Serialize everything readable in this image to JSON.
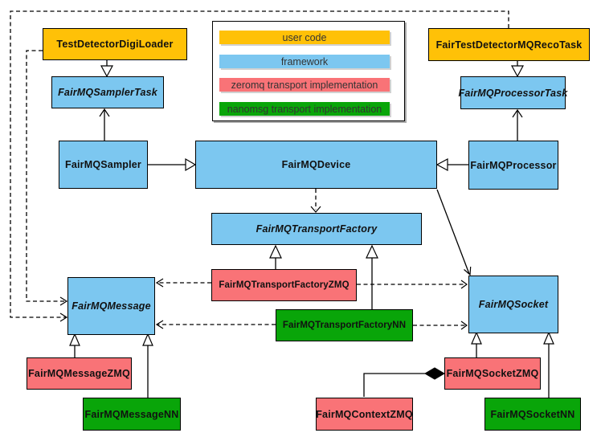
{
  "colors": {
    "user_code": "#FFC107",
    "framework": "#7CC7F0",
    "zeromq": "#F97377",
    "nanomsg": "#09A509",
    "line": "#000000",
    "background": "#FFFFFF"
  },
  "legend": {
    "items": [
      {
        "label": "user code",
        "color_key": "user_code"
      },
      {
        "label": "framework",
        "color_key": "framework"
      },
      {
        "label": "zeromq transport implementation",
        "color_key": "zeromq"
      },
      {
        "label": "nanomsg transport implementation",
        "color_key": "nanomsg"
      }
    ]
  },
  "nodes": {
    "test_detector_digi_loader": {
      "label": "TestDetectorDigiLoader",
      "category": "user_code",
      "abstract": false
    },
    "fair_test_detector_mq_reco_task": {
      "label": "FairTestDetectorMQRecoTask",
      "category": "user_code",
      "abstract": false
    },
    "fairmq_sampler_task": {
      "label": "FairMQSamplerTask",
      "category": "framework",
      "abstract": true
    },
    "fairmq_processor_task": {
      "label": "FairMQProcessorTask",
      "category": "framework",
      "abstract": true
    },
    "fairmq_sampler": {
      "label": "FairMQSampler",
      "category": "framework",
      "abstract": false
    },
    "fairmq_device": {
      "label": "FairMQDevice",
      "category": "framework",
      "abstract": false
    },
    "fairmq_processor": {
      "label": "FairMQProcessor",
      "category": "framework",
      "abstract": false
    },
    "fairmq_transport_factory": {
      "label": "FairMQTransportFactory",
      "category": "framework",
      "abstract": true
    },
    "fairmq_transport_factory_zmq": {
      "label": "FairMQTransportFactoryZMQ",
      "category": "zeromq",
      "abstract": false
    },
    "fairmq_transport_factory_nn": {
      "label": "FairMQTransportFactoryNN",
      "category": "nanomsg",
      "abstract": false
    },
    "fairmq_message": {
      "label": "FairMQMessage",
      "category": "framework",
      "abstract": true
    },
    "fairmq_socket": {
      "label": "FairMQSocket",
      "category": "framework",
      "abstract": true
    },
    "fairmq_message_zmq": {
      "label": "FairMQMessageZMQ",
      "category": "zeromq",
      "abstract": false
    },
    "fairmq_message_nn": {
      "label": "FairMQMessageNN",
      "category": "nanomsg",
      "abstract": false
    },
    "fairmq_context_zmq": {
      "label": "FairMQContextZMQ",
      "category": "zeromq",
      "abstract": false
    },
    "fairmq_socket_zmq": {
      "label": "FairMQSocketZMQ",
      "category": "zeromq",
      "abstract": false
    },
    "fairmq_socket_nn": {
      "label": "FairMQSocketNN",
      "category": "nanomsg",
      "abstract": false
    }
  },
  "relationships": [
    {
      "from": "test_detector_digi_loader",
      "to": "fairmq_sampler_task",
      "type": "inheritance",
      "style": "solid"
    },
    {
      "from": "fair_test_detector_mq_reco_task",
      "to": "fairmq_processor_task",
      "type": "inheritance",
      "style": "solid"
    },
    {
      "from": "fairmq_sampler",
      "to": "fairmq_sampler_task",
      "type": "association-arrow",
      "style": "solid"
    },
    {
      "from": "fairmq_processor",
      "to": "fairmq_processor_task",
      "type": "association-arrow",
      "style": "solid"
    },
    {
      "from": "fairmq_sampler",
      "to": "fairmq_device",
      "type": "inheritance",
      "style": "solid"
    },
    {
      "from": "fairmq_processor",
      "to": "fairmq_device",
      "type": "inheritance",
      "style": "solid"
    },
    {
      "from": "fairmq_device",
      "to": "fairmq_transport_factory",
      "type": "dependency-arrow",
      "style": "dashed"
    },
    {
      "from": "fairmq_device",
      "to": "fairmq_socket",
      "type": "association-arrow",
      "style": "solid"
    },
    {
      "from": "fairmq_transport_factory_zmq",
      "to": "fairmq_transport_factory",
      "type": "inheritance",
      "style": "solid"
    },
    {
      "from": "fairmq_transport_factory_nn",
      "to": "fairmq_transport_factory",
      "type": "inheritance",
      "style": "solid"
    },
    {
      "from": "fairmq_transport_factory_zmq",
      "to": "fairmq_message",
      "type": "dependency-arrow",
      "style": "dashed"
    },
    {
      "from": "fairmq_transport_factory_zmq",
      "to": "fairmq_socket",
      "type": "dependency-arrow",
      "style": "dashed"
    },
    {
      "from": "fairmq_transport_factory_nn",
      "to": "fairmq_message",
      "type": "dependency-arrow",
      "style": "dashed"
    },
    {
      "from": "fairmq_transport_factory_nn",
      "to": "fairmq_socket",
      "type": "dependency-arrow",
      "style": "dashed"
    },
    {
      "from": "test_detector_digi_loader",
      "to": "fairmq_message",
      "type": "dependency-arrow",
      "style": "dashed"
    },
    {
      "from": "fair_test_detector_mq_reco_task",
      "to": "fairmq_message",
      "type": "dependency-arrow",
      "style": "dashed"
    },
    {
      "from": "fairmq_message_zmq",
      "to": "fairmq_message",
      "type": "inheritance",
      "style": "solid"
    },
    {
      "from": "fairmq_message_nn",
      "to": "fairmq_message",
      "type": "inheritance",
      "style": "solid"
    },
    {
      "from": "fairmq_socket_zmq",
      "to": "fairmq_socket",
      "type": "inheritance",
      "style": "solid"
    },
    {
      "from": "fairmq_socket_nn",
      "to": "fairmq_socket",
      "type": "inheritance",
      "style": "solid"
    },
    {
      "from": "fairmq_socket_zmq",
      "to": "fairmq_context_zmq",
      "type": "composition",
      "style": "solid"
    }
  ]
}
